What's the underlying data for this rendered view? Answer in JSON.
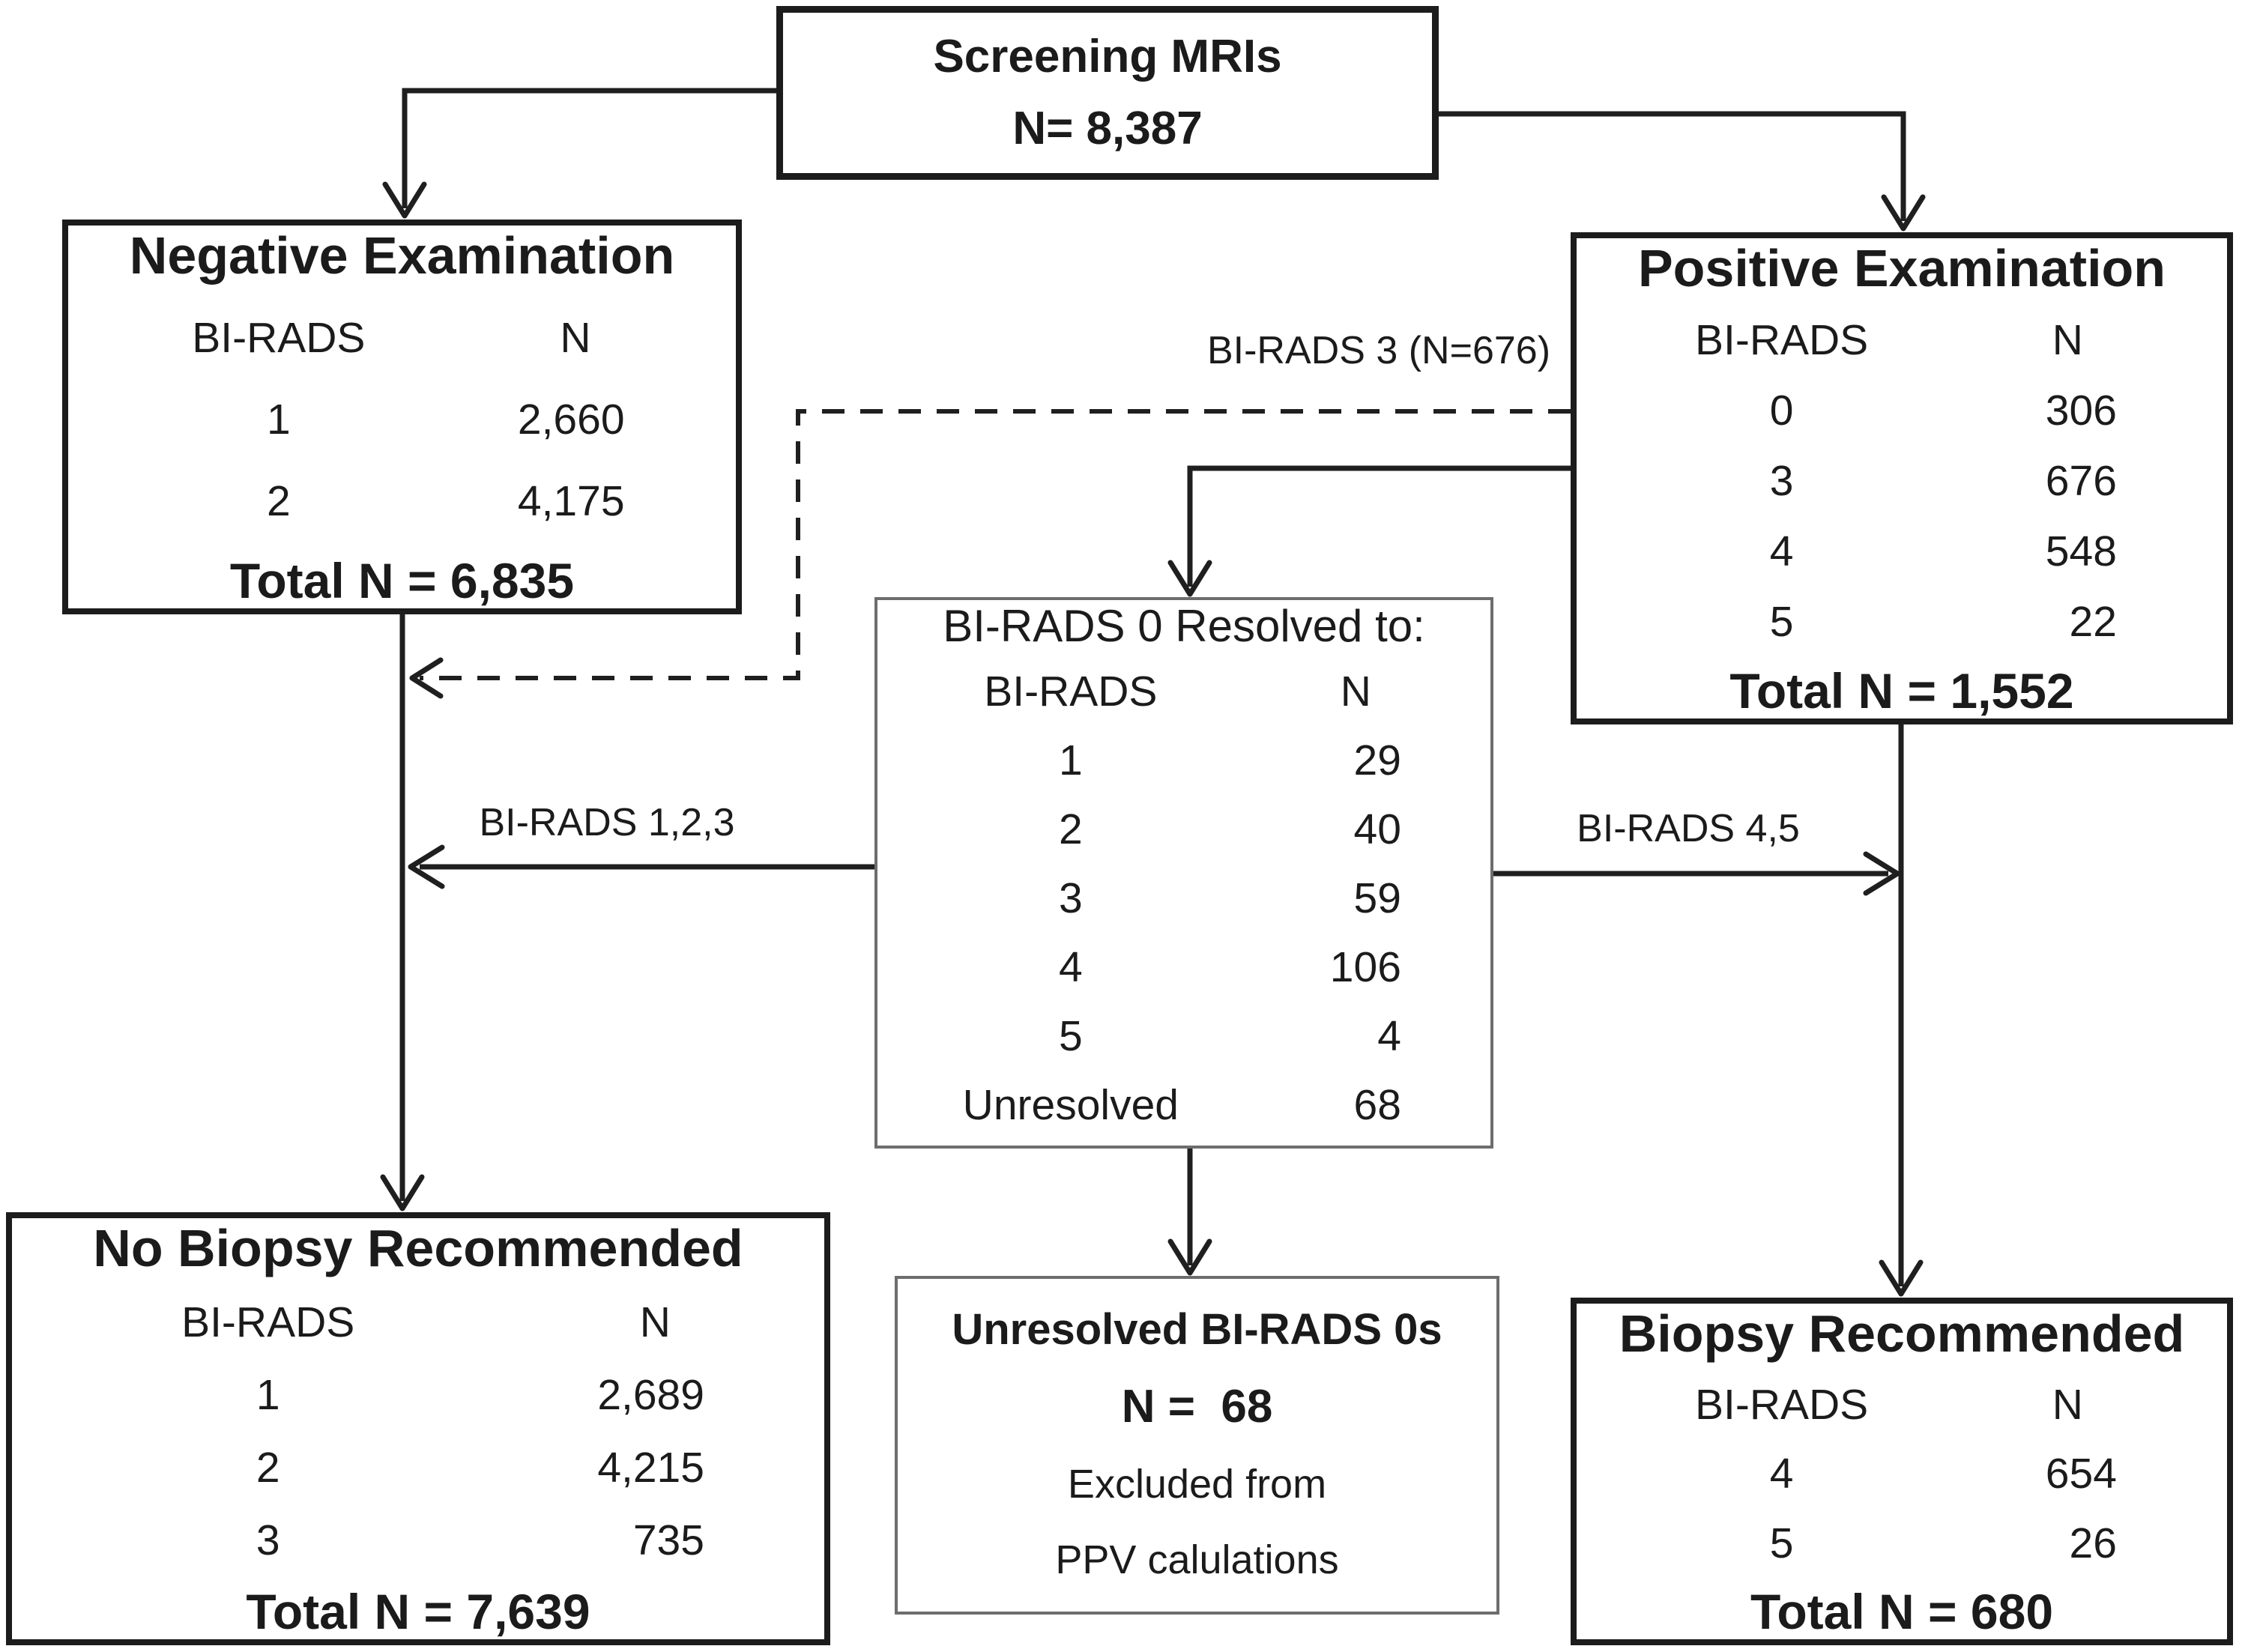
{
  "boxes": {
    "screening": {
      "title": "Screening MRIs",
      "n_line": "N= 8,387"
    },
    "negative": {
      "title": "Negative Examination",
      "header": {
        "c1": "BI-RADS",
        "c2": "N"
      },
      "rows": [
        {
          "c1": "1",
          "c2": "2,660"
        },
        {
          "c1": "2",
          "c2": "4,175"
        }
      ],
      "total": "Total N = 6,835"
    },
    "positive": {
      "title": "Positive Examination",
      "header": {
        "c1": "BI-RADS",
        "c2": "N"
      },
      "rows": [
        {
          "c1": "0",
          "c2": "306"
        },
        {
          "c1": "3",
          "c2": "676"
        },
        {
          "c1": "4",
          "c2": "548"
        },
        {
          "c1": "5",
          "c2": "22"
        }
      ],
      "total": "Total N = 1,552"
    },
    "resolved": {
      "title": "BI-RADS 0 Resolved to:",
      "header": {
        "c1": "BI-RADS",
        "c2": "N"
      },
      "rows": [
        {
          "c1": "1",
          "c2": "29"
        },
        {
          "c1": "2",
          "c2": "40"
        },
        {
          "c1": "3",
          "c2": "59"
        },
        {
          "c1": "4",
          "c2": "106"
        },
        {
          "c1": "5",
          "c2": "4"
        },
        {
          "c1": "Unresolved",
          "c2": "68"
        }
      ]
    },
    "no_biopsy": {
      "title": "No Biopsy Recommended",
      "header": {
        "c1": "BI-RADS",
        "c2": "N"
      },
      "rows": [
        {
          "c1": "1",
          "c2": "2,689"
        },
        {
          "c1": "2",
          "c2": "4,215"
        },
        {
          "c1": "3",
          "c2": "735"
        }
      ],
      "total": "Total N = 7,639"
    },
    "unresolved": {
      "line1": "Unresolved BI-RADS 0s",
      "line2": "N =  68",
      "line3": "Excluded from",
      "line4": "PPV calulations"
    },
    "biopsy": {
      "title": "Biopsy Recommended",
      "header": {
        "c1": "BI-RADS",
        "c2": "N"
      },
      "rows": [
        {
          "c1": "4",
          "c2": "654"
        },
        {
          "c1": "5",
          "c2": "26"
        }
      ],
      "total": "Total N = 680"
    }
  },
  "edge_labels": {
    "birads3": "BI-RADS 3 (N=676)",
    "birads123": "BI-RADS 1,2,3",
    "birads45": "BI-RADS 4,5"
  }
}
